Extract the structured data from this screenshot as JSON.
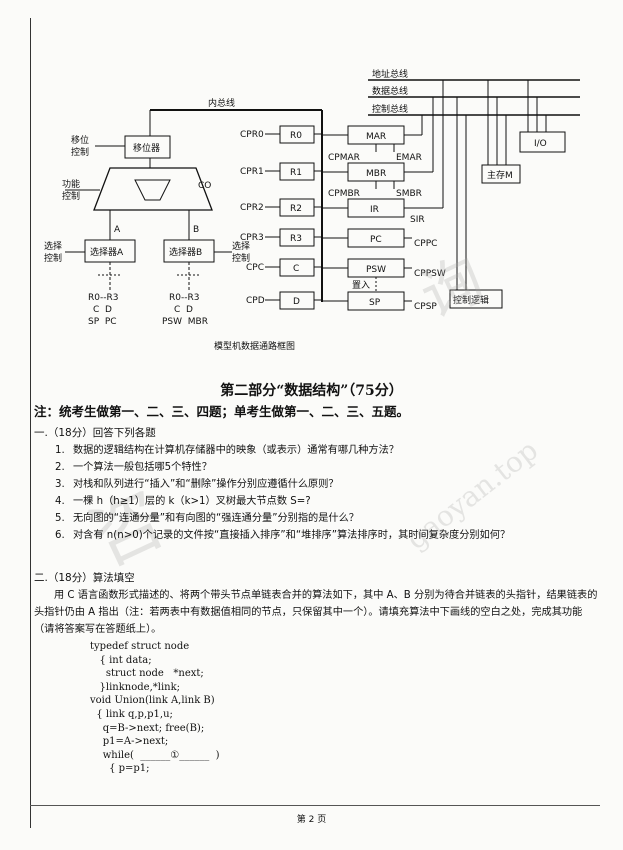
{
  "diagram": {
    "bus_labels": [
      "地址总线",
      "数据总线",
      "控制总线"
    ],
    "internal_bus": "内总线",
    "shifter": "移位器",
    "shift_control": [
      "移位",
      "控制"
    ],
    "func_control": [
      "功能",
      "控制"
    ],
    "co": "CO",
    "label_a": "A",
    "label_b": "B",
    "select_control_left": [
      "选择",
      "控制"
    ],
    "select_control_right": [
      "选择",
      "控制"
    ],
    "selector_a": "选择器A",
    "selector_b": "选择器B",
    "sources_a": [
      "R0--R3",
      "C  D",
      "SP  PC"
    ],
    "sources_b": [
      "R0--R3",
      "C  D",
      "PSW  MBR"
    ],
    "cp_labels": [
      "CPR0",
      "CPR1",
      "CPR2",
      "CPR3",
      "CPC",
      "CPD"
    ],
    "regs": [
      "R0",
      "R1",
      "R2",
      "R3",
      "C",
      "D"
    ],
    "right_regs": [
      "MAR",
      "MBR",
      "IR",
      "PC",
      "PSW",
      "SP"
    ],
    "cpmar": "CPMAR",
    "emar": "EMAR",
    "cpmbr": "CPMBR",
    "smbr": "SMBR",
    "sir": "SIR",
    "cppc": "CPPC",
    "cppsw": "CPPSW",
    "cpsp": "CPSP",
    "set_in": "置入",
    "io": "I/O",
    "main_mem": "主存M",
    "control_logic": "控制逻辑",
    "caption": "模型机数据通路框图"
  },
  "section_title": "第二部分“数据结构”（75分）",
  "note": "注：统考生做第一、二、三、四题；单考生做第一、二、三、五题。",
  "q1": {
    "heading": "一.（18分）回答下列各题",
    "items": [
      {
        "n": "1.",
        "t": "数据的逻辑结构在计算机存储器中的映象（或表示）通常有哪几种方法？"
      },
      {
        "n": "2.",
        "t": "一个算法一般包括哪5个特性？"
      },
      {
        "n": "3.",
        "t": "对栈和队列进行“插入”和“删除”操作分别应遵循什么原则？"
      },
      {
        "n": "4.",
        "t": "一棵 h（h≥1）层的 k（k>1）叉树最大节点数 S=?"
      },
      {
        "n": "5.",
        "t": "无向图的“连通分量”和有向图的“强连通分量”分别指的是什么？"
      },
      {
        "n": "6.",
        "t": "对含有 n(n>0)个记录的文件按“直接插入排序”和“堆排序”算法排序时，其时间复杂度分别如何？"
      }
    ]
  },
  "q2": {
    "heading": "二.（18分）算法填空",
    "paragraph": "用 C 语言函数形式描述的、将两个带头节点单链表合并的算法如下，其中 A、B 分别为待合并链表的头指针，结果链表的头指针仍由 A 指出（注：若两表中有数据值相同的节点，只保留其中一个）。请填充算法中下画线的空白之处，完成其功能（请将答案写在答题纸上）。",
    "code": "typedef struct node\n   { int data;\n     struct node   *next;\n   }linknode,*link;\nvoid Union(link A,link B)\n  { link q,p,p1,u;\n    q=B->next; free(B);\n    p1=A->next;\n    while(  ______①______  )\n      { p=p1;"
  },
  "footer": "第 2 页",
  "watermark": [
    "咨",
    "询",
    "gaoyan.top"
  ]
}
